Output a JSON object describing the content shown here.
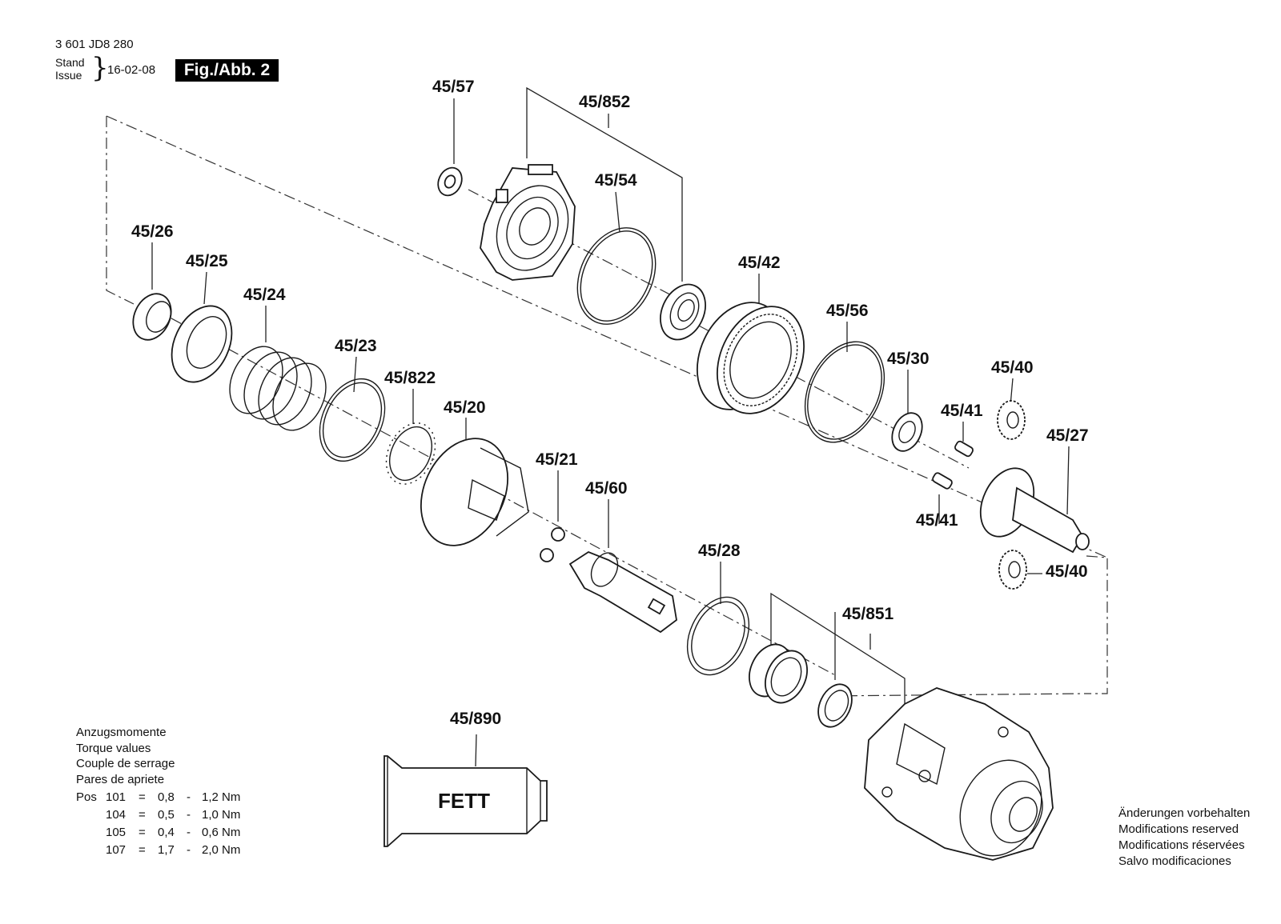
{
  "header": {
    "document_code": "3 601 JD8 280",
    "stand_label": "Stand",
    "issue_label": "Issue",
    "date": "16-02-08",
    "figure_label": "Fig./Abb. 2"
  },
  "part_labels": {
    "p57": "45/57",
    "p852": "45/852",
    "p54": "45/54",
    "p26": "45/26",
    "p25": "45/25",
    "p24": "45/24",
    "p42": "45/42",
    "p56": "45/56",
    "p23": "45/23",
    "p822": "45/822",
    "p30": "45/30",
    "p40a": "45/40",
    "p20": "45/20",
    "p41a": "45/41",
    "p27": "45/27",
    "p21": "45/21",
    "p60": "45/60",
    "p41b": "45/41",
    "p40b": "45/40",
    "p28": "45/28",
    "p851": "45/851",
    "p890": "45/890"
  },
  "grease_label": "FETT",
  "torque": {
    "title_lines": [
      "Anzugsmomente",
      "Torque values",
      "Couple de serrage",
      "Pares de apriete"
    ],
    "pos_label": "Pos",
    "rows": [
      {
        "pos": "101",
        "eq": "=",
        "min": "0,8",
        "dash": "-",
        "max": "1,2 Nm"
      },
      {
        "pos": "104",
        "eq": "=",
        "min": "0,5",
        "dash": "-",
        "max": "1,0 Nm"
      },
      {
        "pos": "105",
        "eq": "=",
        "min": "0,4",
        "dash": "-",
        "max": "0,6 Nm"
      },
      {
        "pos": "107",
        "eq": "=",
        "min": "1,7",
        "dash": "-",
        "max": "2,0 Nm"
      }
    ]
  },
  "notice": [
    "Änderungen vorbehalten",
    "Modifications reserved",
    "Modifications réservées",
    "Salvo modificaciones"
  ]
}
